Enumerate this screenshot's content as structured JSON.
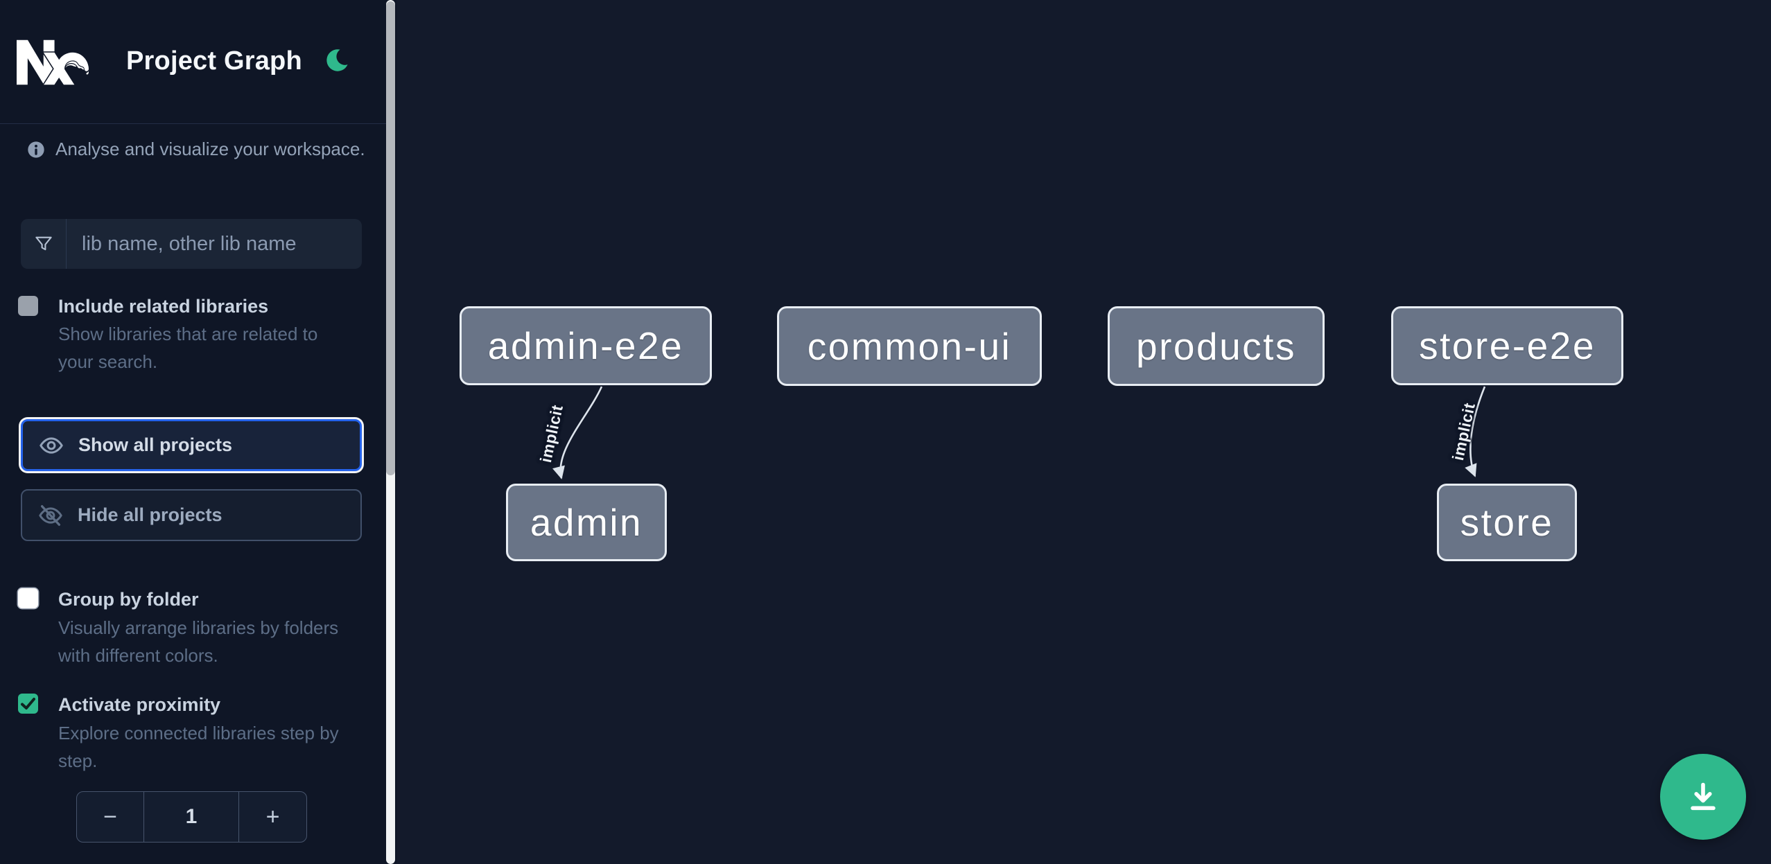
{
  "header": {
    "app_title": "Project Graph"
  },
  "sidebar": {
    "tagline": "Analyse and visualize your workspace.",
    "filter_placeholder": "lib name, other lib name",
    "filter_value": "",
    "buttons": {
      "show_all": "Show all projects",
      "hide_all": "Hide all projects"
    },
    "options": {
      "include_related": {
        "label": "Include related libraries",
        "description": "Show libraries that are related to your search.",
        "checked": false
      },
      "group_by_folder": {
        "label": "Group by folder",
        "description": "Visually arrange libraries by folders with different colors.",
        "checked": false
      },
      "activate_proximity": {
        "label": "Activate proximity",
        "description": "Explore connected libraries step by step.",
        "checked": true
      }
    },
    "stepper": {
      "decrement": "−",
      "value": "1",
      "increment": "+"
    }
  },
  "graph": {
    "nodes": [
      {
        "id": "admin-e2e",
        "label": "admin-e2e"
      },
      {
        "id": "common-ui",
        "label": "common-ui"
      },
      {
        "id": "products",
        "label": "products"
      },
      {
        "id": "store-e2e",
        "label": "store-e2e"
      },
      {
        "id": "admin",
        "label": "admin"
      },
      {
        "id": "store",
        "label": "store"
      }
    ],
    "edges": [
      {
        "source": "admin-e2e",
        "target": "admin",
        "type": "implicit"
      },
      {
        "source": "store-e2e",
        "target": "store",
        "type": "implicit"
      }
    ]
  },
  "icons": {
    "logo": "nx-logo",
    "theme_toggle": "moon-icon",
    "info": "info-icon",
    "filter": "funnel-icon",
    "show_all": "eye-icon",
    "hide_all": "eye-off-icon",
    "stepper_decrement": "minus-icon",
    "stepper_increment": "plus-icon",
    "fab": "download-icon"
  },
  "colors": {
    "sidebar_bg": "#0f1626",
    "canvas_bg": "#131a2b",
    "accent_green": "#2fb98c",
    "focus_blue": "#2563eb",
    "node_fill": "#697487",
    "node_border": "#e8edf3",
    "edge": "#dde4ec"
  }
}
